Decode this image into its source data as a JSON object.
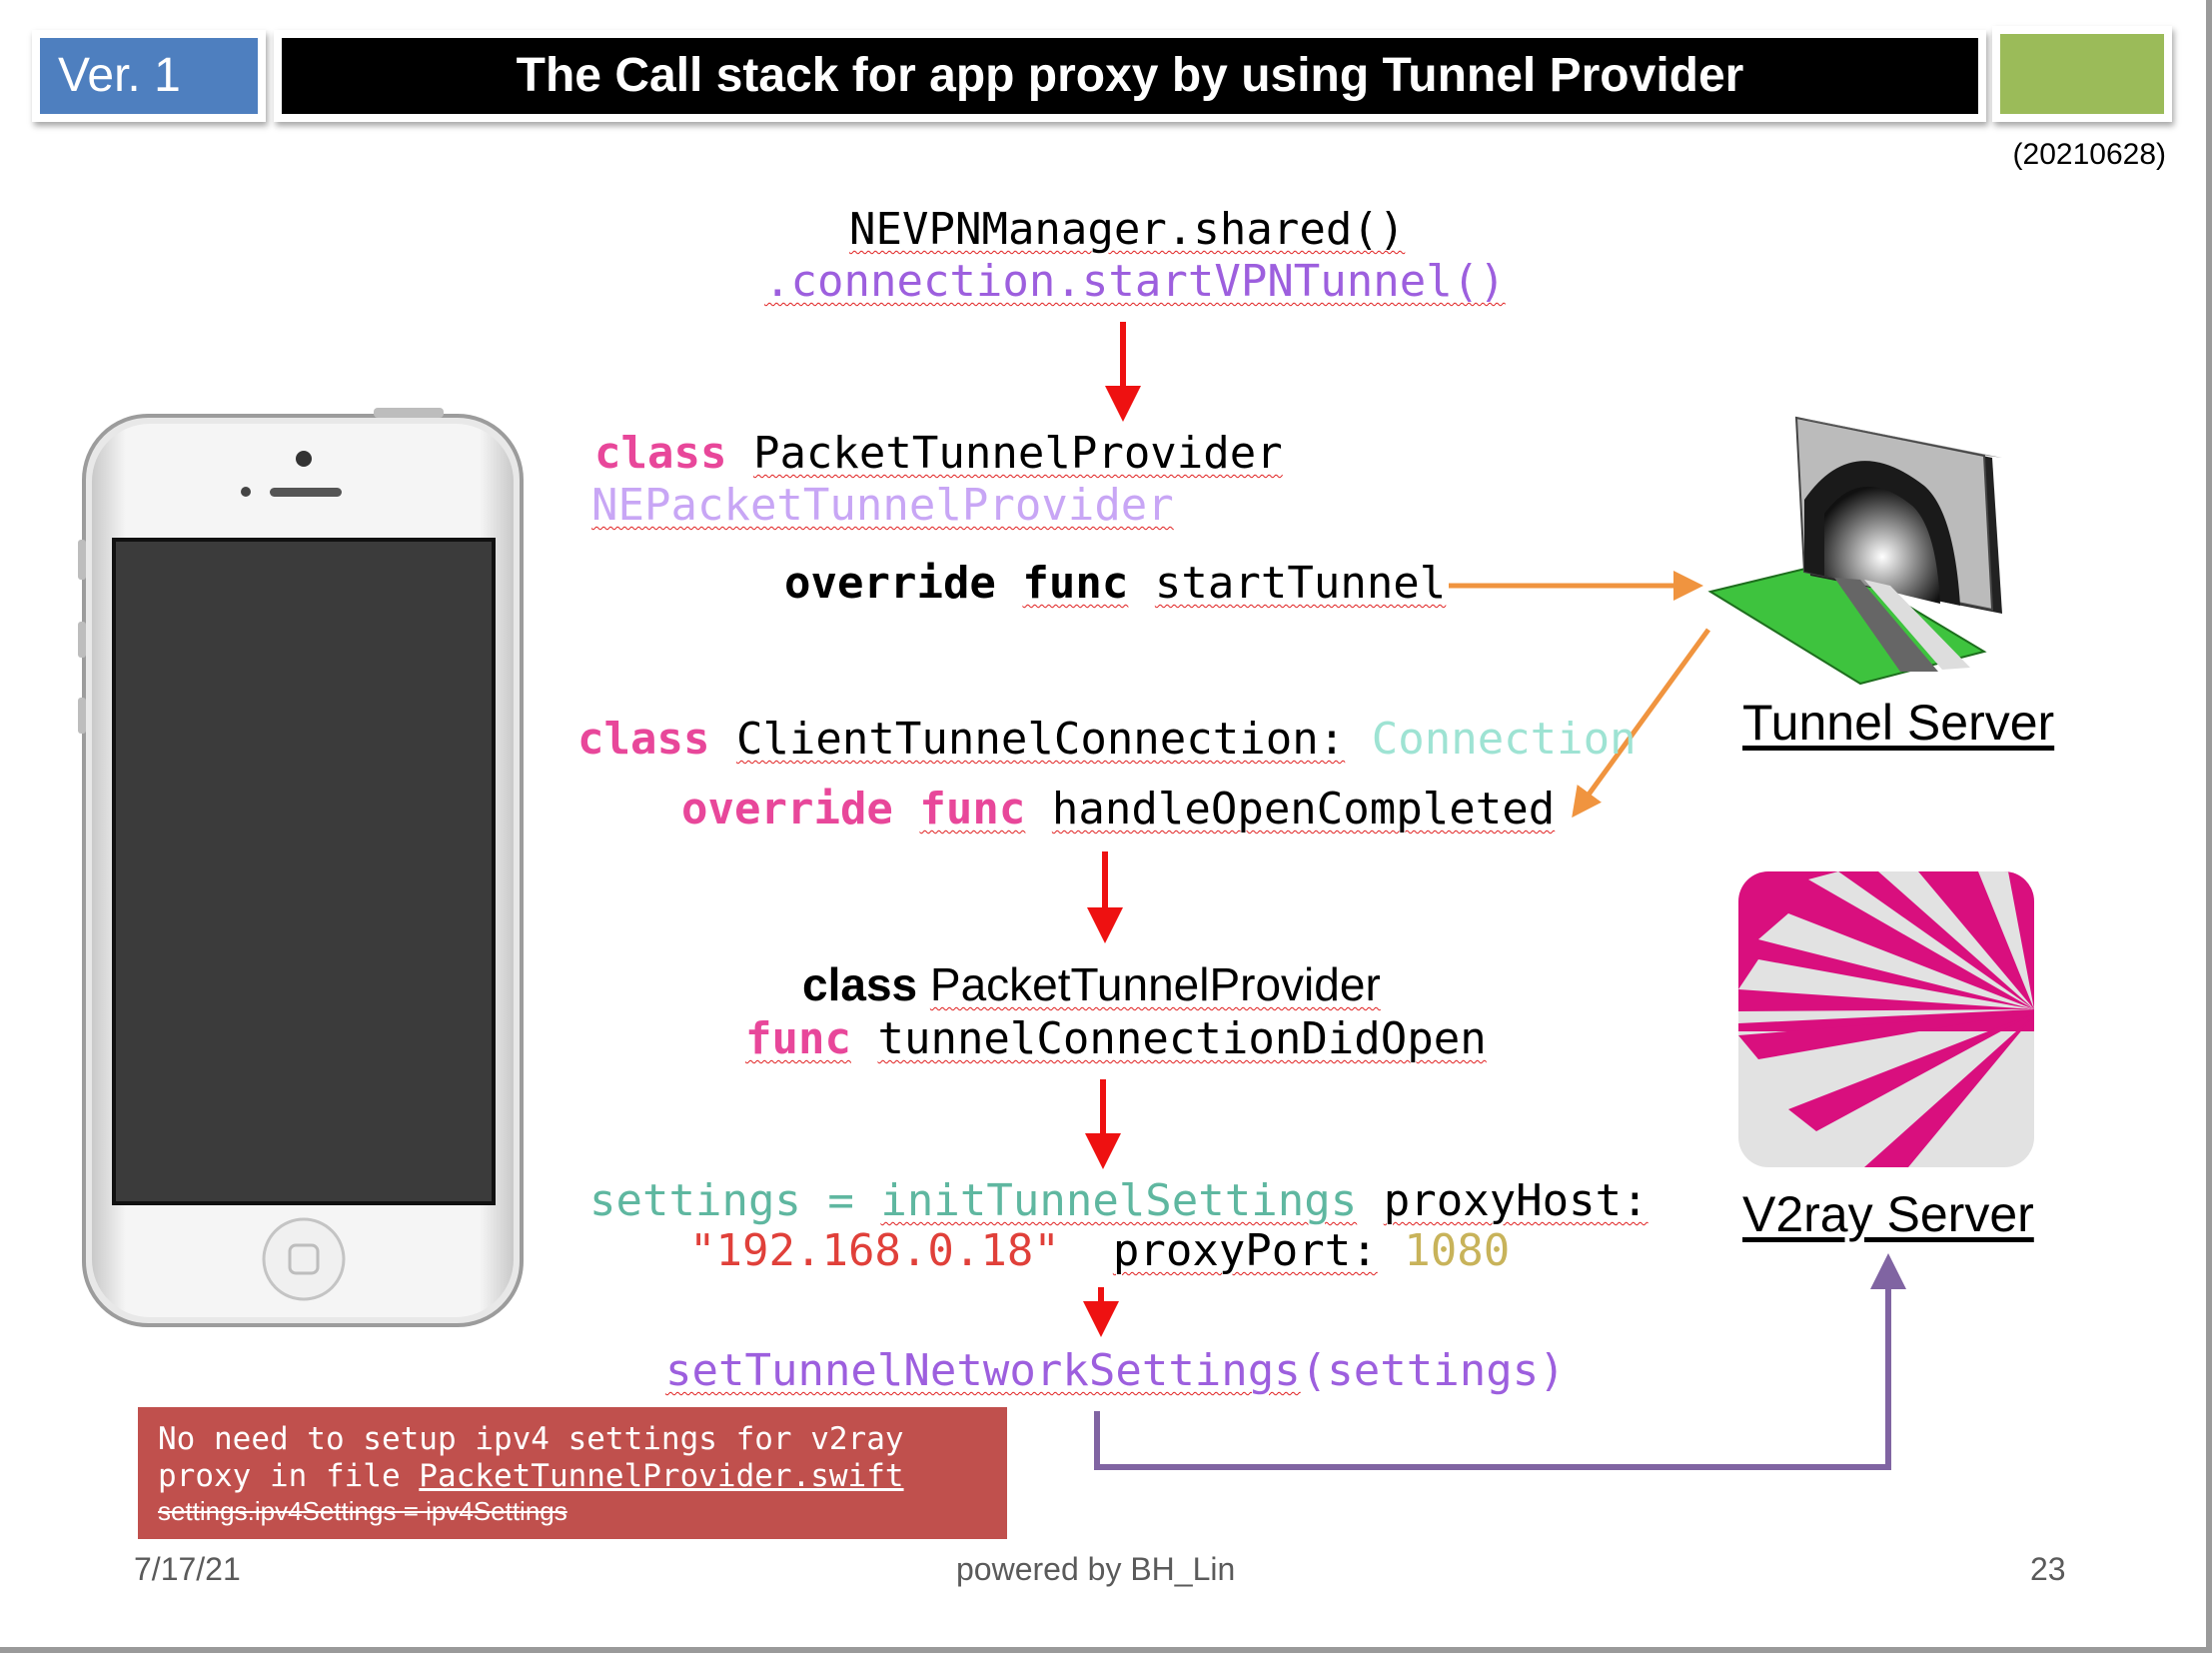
{
  "header": {
    "version": "Ver. 1",
    "title": "The Call stack for app proxy by using Tunnel Provider",
    "date_stamp": "(20210628)",
    "accent_colors": {
      "version_bg": "#4e7fbf",
      "title_bg": "#000000",
      "corner_block": "#9bbb59"
    }
  },
  "code": {
    "manager_line1": "NEVPNManager.shared()",
    "manager_line2": ".connection.startVPNTunnel()",
    "ptp_class_kw": "class",
    "ptp_class_name": "PacketTunnelProvider",
    "ptp_superclass": "NEPacketTunnelProvider",
    "start_override_kw": "override",
    "start_func_kw": "func",
    "start_func_name": "startTunnel",
    "ctc_class_kw": "class",
    "ctc_class_name": "ClientTunnelConnection:",
    "ctc_superclass": "Connection",
    "handle_override_kw": "override",
    "handle_func_kw": "func",
    "handle_func_name": "handleOpenCompleted",
    "ptp2_class_kw": "class",
    "ptp2_class_name": "PacketTunnelProvider",
    "ptp2_func_kw": "func",
    "ptp2_func_name": "tunnelConnectionDidOpen",
    "settings_var": "settings =",
    "settings_init": "initTunnelSettings",
    "settings_host_label": "proxyHost:",
    "settings_host_value": "\"192.168.0.18\"",
    "settings_port_label": "proxyPort:",
    "settings_port_value": "1080",
    "set_network": "setTunnelNetworkSettings",
    "set_network_args": "(settings)"
  },
  "servers": {
    "tunnel_label": "Tunnel Server",
    "v2ray_label": "V2ray Server"
  },
  "note": {
    "line1": "No need to setup ipv4 settings for v2ray",
    "line2_prefix": "proxy in file ",
    "line2_file": "PacketTunnelProvider.swift",
    "line3": "settings.ipv4Settings = ipv4Settings",
    "bg_color": "#c0504d"
  },
  "footer": {
    "date": "7/17/21",
    "credit": "powered by BH_Lin",
    "page": "23"
  },
  "icons": {
    "phone": "iphone-icon",
    "tunnel": "tunnel-icon",
    "v2ray": "v2ray-logo-icon"
  }
}
